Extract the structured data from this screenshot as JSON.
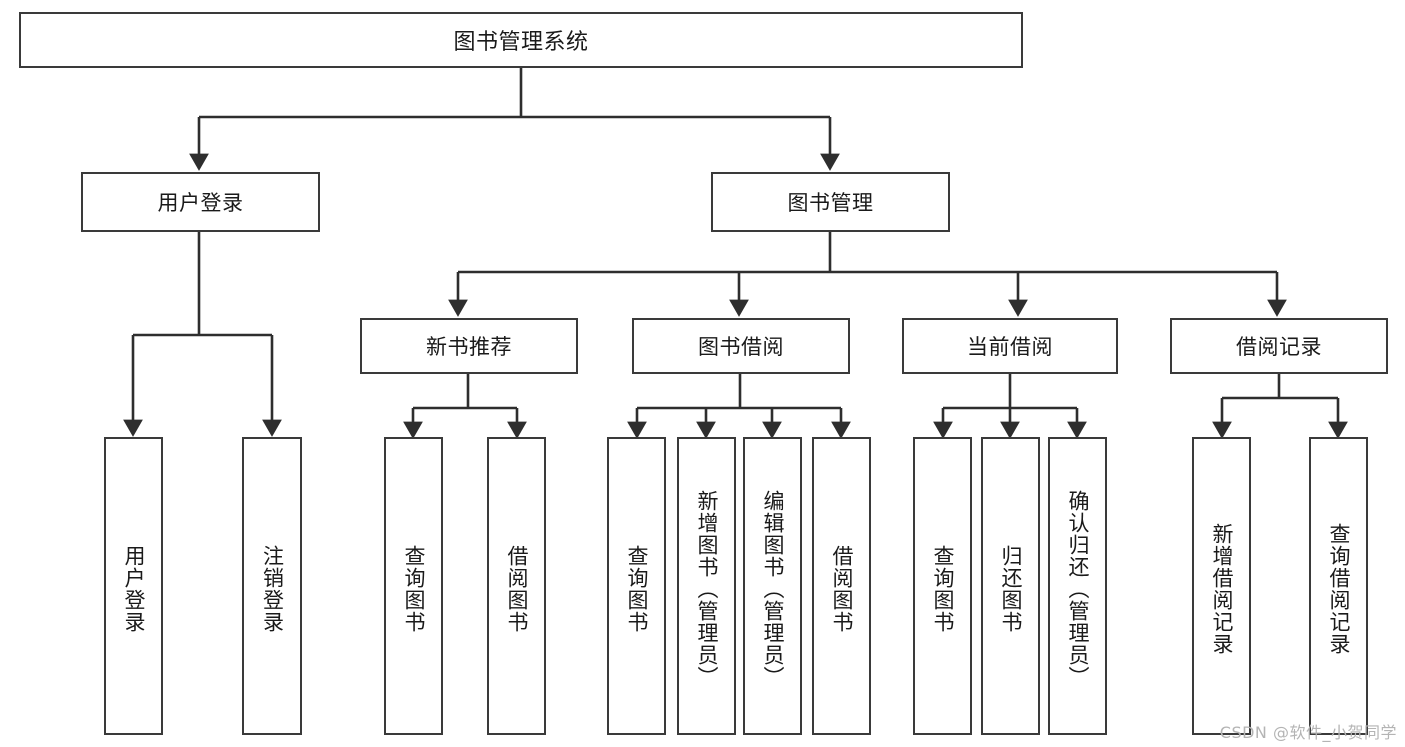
{
  "diagram": {
    "title": "图书管理系统",
    "watermark": "CSDN @软件_小贺同学",
    "colors": {
      "stroke": "#3a3a3a",
      "fill": "#ffffff",
      "text": "#1a1a1a",
      "watermark": "#b4b4b4"
    },
    "root": {
      "label": "图书管理系统"
    },
    "level2": [
      {
        "label": "用户登录"
      },
      {
        "label": "图书管理"
      }
    ],
    "level3": [
      {
        "label": "新书推荐"
      },
      {
        "label": "图书借阅"
      },
      {
        "label": "当前借阅"
      },
      {
        "label": "借阅记录"
      }
    ],
    "leaves": {
      "user_login": [
        {
          "label": "用户登录"
        },
        {
          "label": "注销登录"
        }
      ],
      "new_book_recommend": [
        {
          "label": "查询图书"
        },
        {
          "label": "借阅图书"
        }
      ],
      "book_borrow": [
        {
          "label": "查询图书"
        },
        {
          "label": "新增图书（管理员）"
        },
        {
          "label": "编辑图书（管理员）"
        },
        {
          "label": "借阅图书"
        }
      ],
      "current_borrow": [
        {
          "label": "查询图书"
        },
        {
          "label": "归还图书"
        },
        {
          "label": "确认归还（管理员）"
        }
      ],
      "borrow_record": [
        {
          "label": "新增借阅记录"
        },
        {
          "label": "查询借阅记录"
        }
      ]
    }
  }
}
